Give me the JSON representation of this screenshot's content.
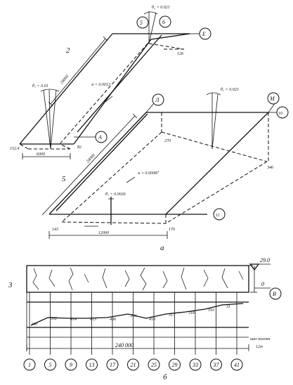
{
  "part_a": {
    "panel_top": {
      "number": "2",
      "axis_labels": [
        "5",
        "6",
        "E",
        "A"
      ],
      "theta_top": "θ₂ = 0.021",
      "theta_left": "θ₁ = 0.01",
      "kappa": "ϰ = 0.0013",
      "length": "24000",
      "width": "6000",
      "corner_values": [
        "126",
        "152.4",
        "82"
      ]
    },
    "panel_bottom": {
      "number": "5",
      "axis_labels": [
        "Л",
        "М",
        "10",
        "11"
      ],
      "theta_top": "θ₂ = 0.023",
      "theta_bottom": "θ₁ = 0.0026",
      "kappa": "ϰ = 0.00087",
      "length": "24000",
      "width": "12000",
      "corner_values": [
        "270",
        "346",
        "143",
        "176"
      ]
    },
    "label": "а"
  },
  "part_b": {
    "number": "3",
    "top_elevation": "29.0",
    "elevation_zero": "0",
    "axis_b": "В",
    "deflections": [
      "240",
      "302",
      "414",
      "413",
      "436",
      "291",
      "410",
      "317",
      "318",
      "193",
      "31"
    ],
    "column_step_label": "шаг колонн",
    "column_step_value": "12м",
    "total_length": "240 000",
    "axes": [
      "1",
      "5",
      "9",
      "13",
      "17",
      "21",
      "25",
      "29",
      "33",
      "37",
      "41"
    ],
    "label": "б"
  }
}
